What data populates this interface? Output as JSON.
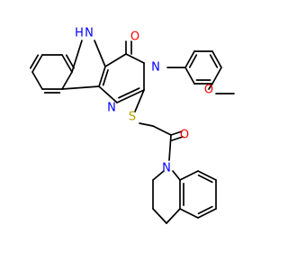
{
  "colors": {
    "background": "#ffffff",
    "bond": "#000000",
    "N": "#0000ff",
    "O": "#ff0000",
    "S": "#b8a000"
  },
  "labels": {
    "nh": "H",
    "n_nh": "N",
    "o_carbonyl_top": "O",
    "n3": "N",
    "n1": "N",
    "o_methoxy": "O",
    "s": "S",
    "o_carbonyl_amide": "O",
    "n_quinoline": "N"
  }
}
